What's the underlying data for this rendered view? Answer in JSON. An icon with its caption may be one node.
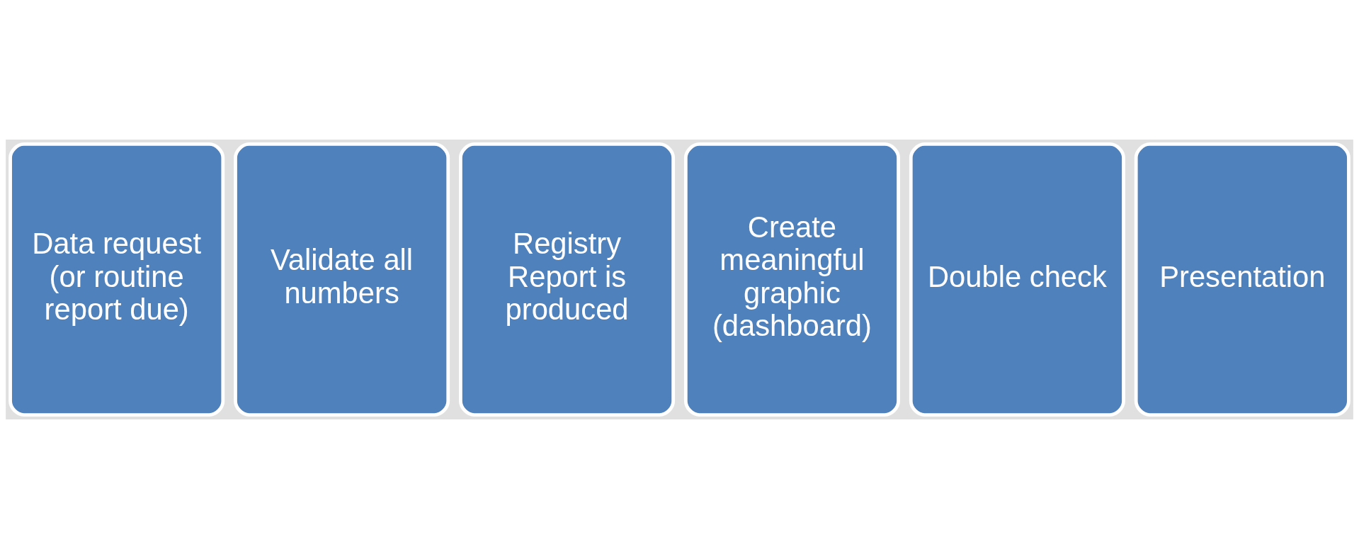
{
  "diagram": {
    "nodes": [
      {
        "text": [
          "Data request (or routine report due)"
        ]
      },
      {
        "text": [
          "Validate all numbers"
        ]
      },
      {
        "text": [
          "Registry Report is produced"
        ]
      },
      {
        "text": [
          "Create meaningful graphic (dashboard)"
        ]
      },
      {
        "text": [
          "Double check"
        ]
      },
      {
        "text": [
          "Presentation"
        ]
      }
    ]
  }
}
